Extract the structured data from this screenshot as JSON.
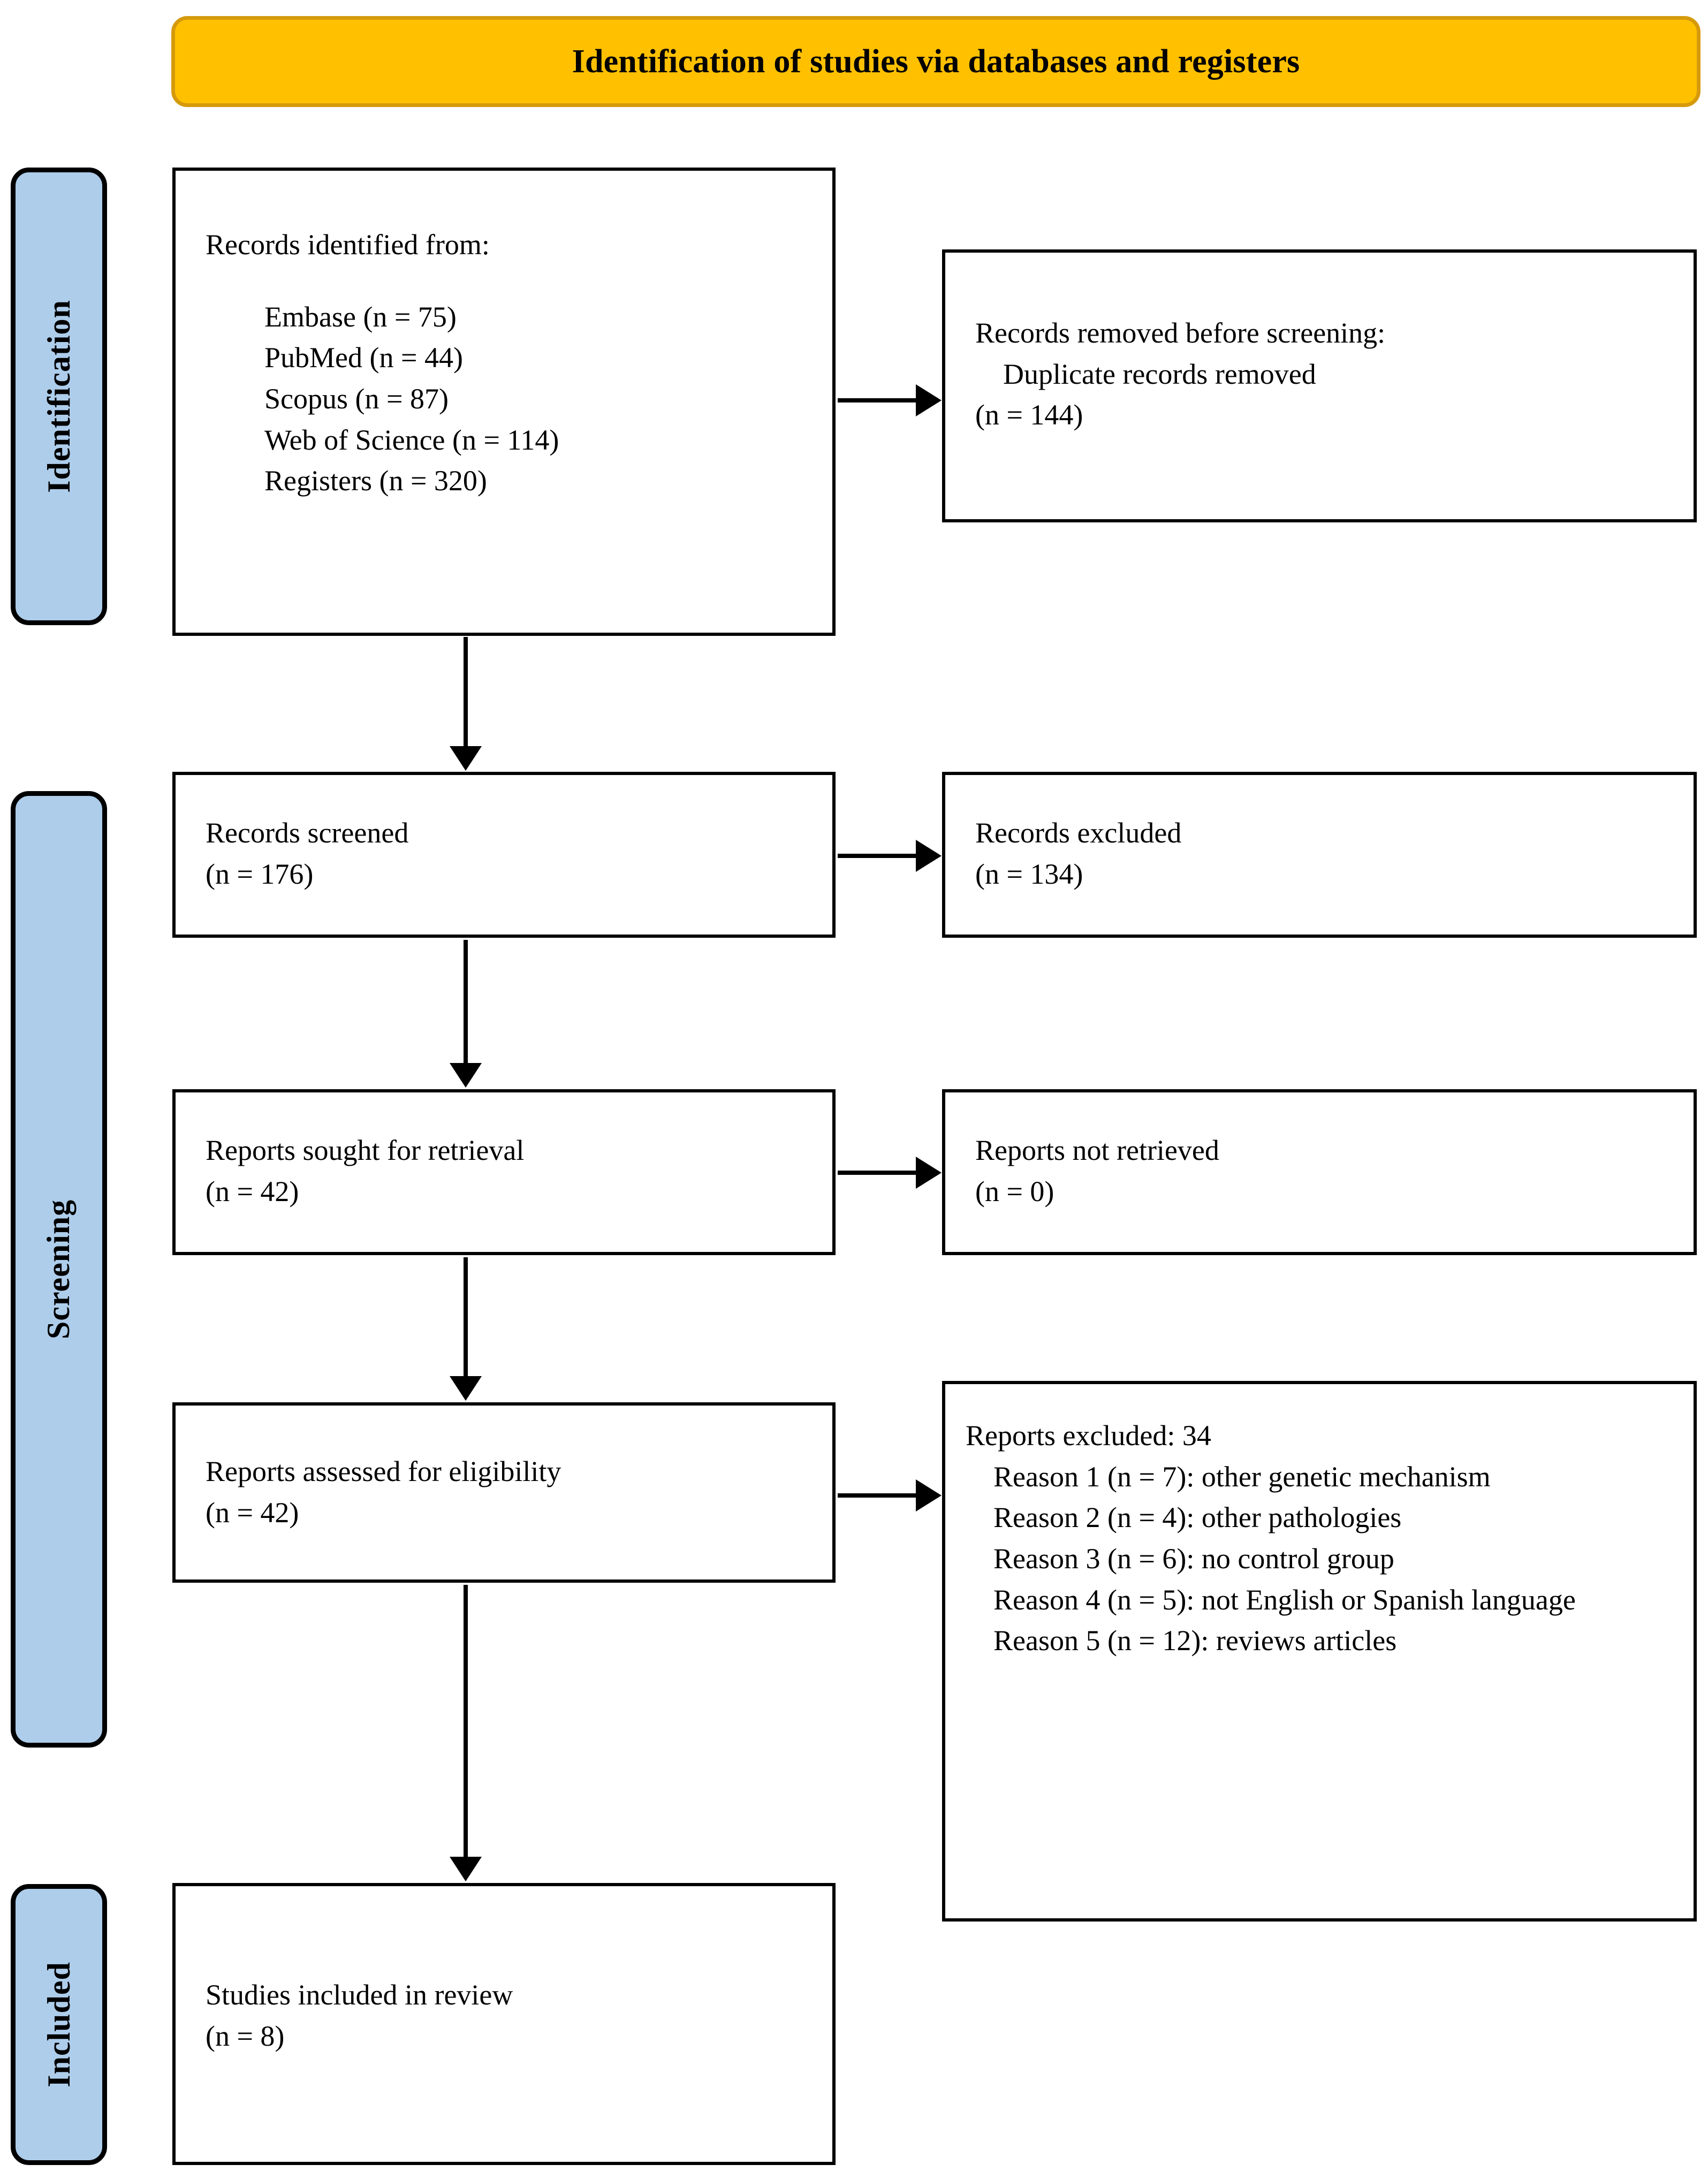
{
  "header": {
    "title": "Identification of studies via databases and registers",
    "bg_color": "#FFC000",
    "border_color": "#D59A0C"
  },
  "stages": {
    "sidebar_fill": "#AECDEB",
    "identification": "Identification",
    "screening": "Screening",
    "included": "Included"
  },
  "boxes": {
    "identified": {
      "heading": "Records identified from:",
      "sources": [
        "Embase (n = 75)",
        "PubMed (n = 44)",
        "Scopus (n = 87)",
        "Web of Science (n = 114)",
        "Registers (n = 320)"
      ]
    },
    "removed": {
      "line1": "Records removed before screening:",
      "line2": "Duplicate records removed",
      "line3": "(n = 144)"
    },
    "screened": {
      "line1": "Records screened",
      "line2": "(n = 176)"
    },
    "excluded_records": {
      "line1": "Records excluded",
      "line2": "(n = 134)"
    },
    "sought": {
      "line1": "Reports sought for retrieval",
      "line2": "(n = 42)"
    },
    "not_retrieved": {
      "line1": "Reports not retrieved",
      "line2": "(n = 0)"
    },
    "assessed": {
      "line1": "Reports assessed for eligibility",
      "line2": "(n = 42)"
    },
    "reports_excluded": {
      "heading": "Reports excluded: 34",
      "reasons": [
        "Reason 1 (n = 7): other genetic mechanism",
        "Reason 2 (n = 4): other pathologies",
        "Reason 3 (n = 6): no control group",
        "Reason 4 (n = 5): not English or Spanish language",
        "Reason 5 (n = 12): reviews articles"
      ]
    },
    "included": {
      "line1": "Studies included in review",
      "line2": "(n = 8)"
    }
  },
  "chart_data": {
    "type": "diagram",
    "title": "Identification of studies via databases and registers",
    "nodes": [
      {
        "id": "identified",
        "stage": "Identification",
        "label": "Records identified from",
        "values": {
          "Embase": 75,
          "PubMed": 44,
          "Scopus": 87,
          "Web of Science": 114,
          "Registers": 320
        }
      },
      {
        "id": "removed",
        "stage": "Identification",
        "label": "Records removed before screening: Duplicate records removed",
        "n": 144
      },
      {
        "id": "screened",
        "stage": "Screening",
        "label": "Records screened",
        "n": 176
      },
      {
        "id": "excluded_records",
        "stage": "Screening",
        "label": "Records excluded",
        "n": 134
      },
      {
        "id": "sought",
        "stage": "Screening",
        "label": "Reports sought for retrieval",
        "n": 42
      },
      {
        "id": "not_retrieved",
        "stage": "Screening",
        "label": "Reports not retrieved",
        "n": 0
      },
      {
        "id": "assessed",
        "stage": "Screening",
        "label": "Reports assessed for eligibility",
        "n": 42
      },
      {
        "id": "reports_excluded",
        "stage": "Screening",
        "label": "Reports excluded",
        "n": 34,
        "reasons": [
          {
            "reason": "Reason 1: other genetic mechanism",
            "n": 7
          },
          {
            "reason": "Reason 2: other pathologies",
            "n": 4
          },
          {
            "reason": "Reason 3: no control group",
            "n": 6
          },
          {
            "reason": "Reason 4: not English or Spanish language",
            "n": 5
          },
          {
            "reason": "Reason 5: reviews articles",
            "n": 12
          }
        ]
      },
      {
        "id": "included",
        "stage": "Included",
        "label": "Studies included in review",
        "n": 8
      }
    ],
    "edges": [
      {
        "from": "identified",
        "to": "removed"
      },
      {
        "from": "identified",
        "to": "screened"
      },
      {
        "from": "screened",
        "to": "excluded_records"
      },
      {
        "from": "screened",
        "to": "sought"
      },
      {
        "from": "sought",
        "to": "not_retrieved"
      },
      {
        "from": "sought",
        "to": "assessed"
      },
      {
        "from": "assessed",
        "to": "reports_excluded"
      },
      {
        "from": "assessed",
        "to": "included"
      }
    ]
  }
}
